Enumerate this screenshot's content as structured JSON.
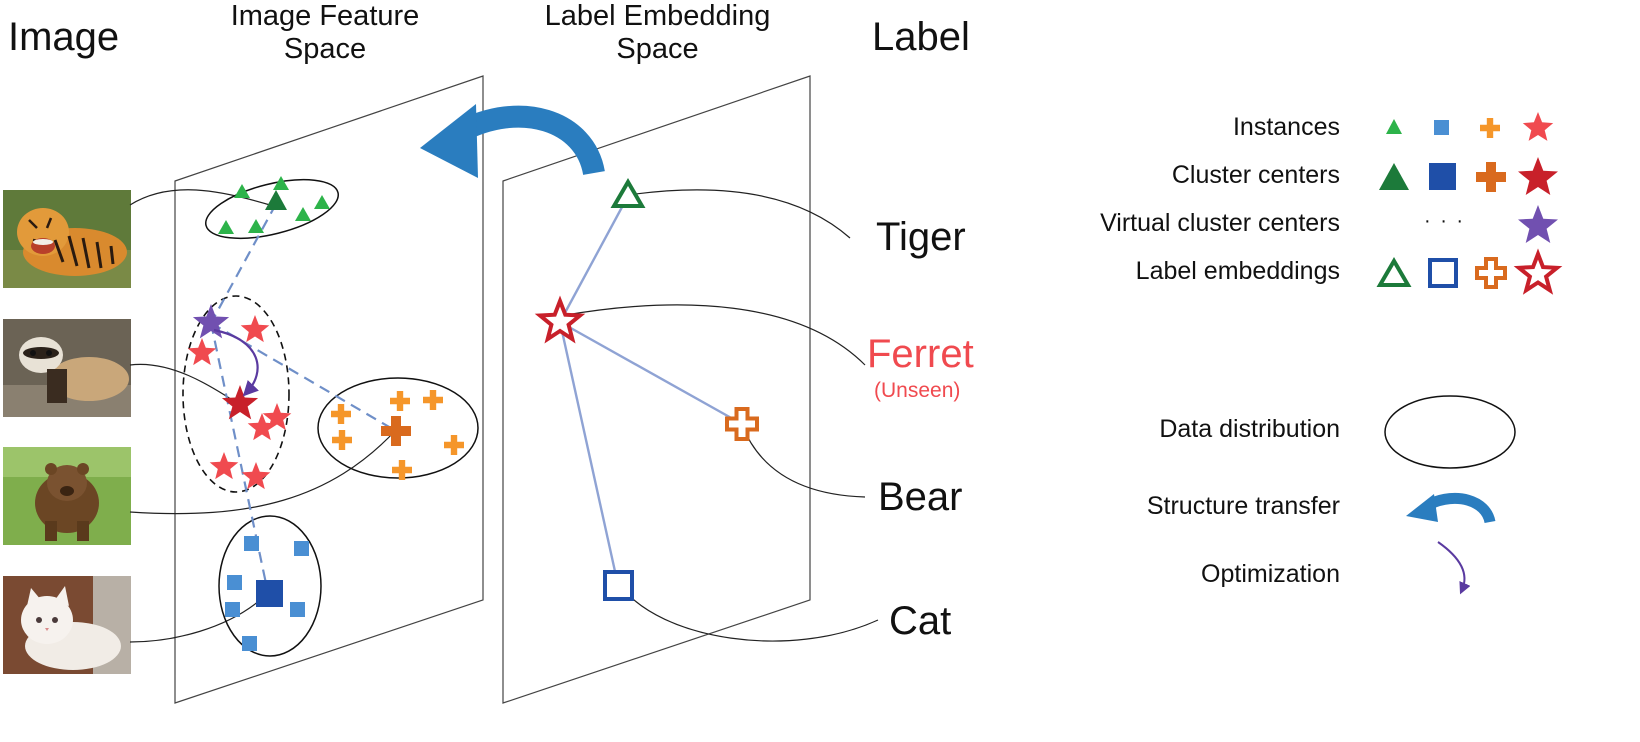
{
  "headers": {
    "image": "Image",
    "feature_space": "Image Feature Space",
    "feature_space_line1": "Image Feature",
    "feature_space_line2": "Space",
    "label_space_line1": "Label Embedding",
    "label_space_line2": "Space",
    "label": "Label"
  },
  "labels": {
    "tiger": "Tiger",
    "ferret": "Ferret",
    "ferret_note": "(Unseen)",
    "bear": "Bear",
    "cat": "Cat"
  },
  "legend": {
    "instances": "Instances",
    "cluster_centers": "Cluster centers",
    "virtual_centers": "Virtual cluster centers",
    "virtual_dots": "· · ·",
    "label_embeddings": "Label embeddings",
    "data_distribution": "Data distribution",
    "structure_transfer": "Structure transfer",
    "optimization": "Optimization"
  },
  "colors": {
    "tiger_instance": "#2db34a",
    "tiger_center": "#1c7a3a",
    "cat_instance": "#4a8fd3",
    "cat_center": "#1f4fa8",
    "bear_instance": "#f5962a",
    "bear_center": "#d96a1e",
    "ferret_instance": "#f04a4f",
    "ferret_center": "#c8202a",
    "virtual_center": "#7150b0",
    "transfer_arrow": "#2a7dbf",
    "optimization_arrow": "#5a3aa0",
    "ferret_label": "#f04a4f",
    "graph_edge": "#8fa3d4"
  },
  "icons": {
    "tiger_photo": "tiger-photo",
    "ferret_photo": "ferret-photo",
    "bear_photo": "bear-photo",
    "cat_photo": "cat-photo"
  }
}
